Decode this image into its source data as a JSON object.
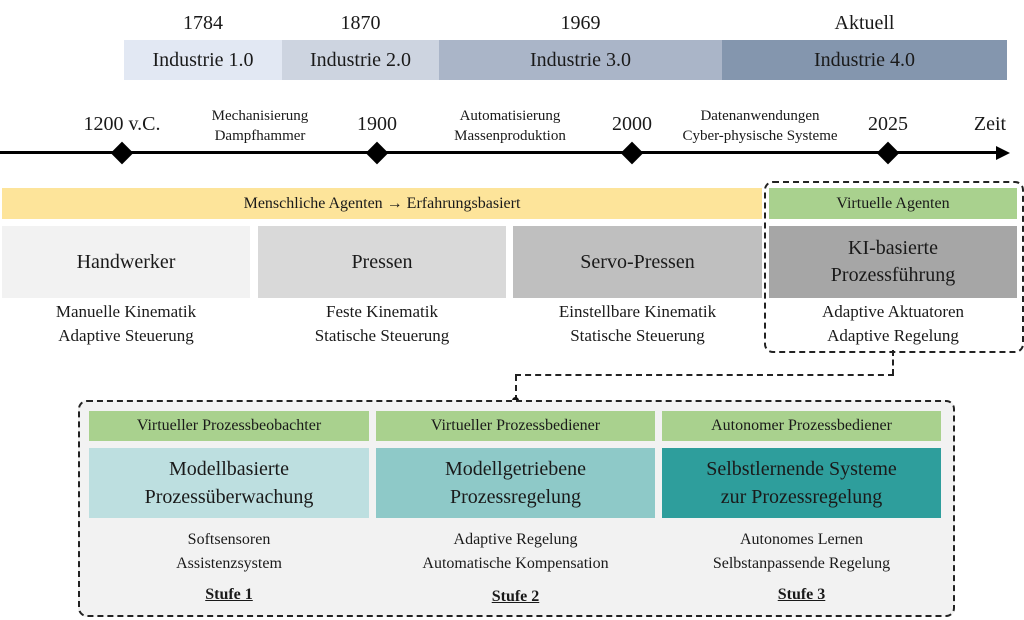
{
  "eras": [
    {
      "year": "1784",
      "label": "Industrie 1.0",
      "color": "#e2e8f3"
    },
    {
      "year": "1870",
      "label": "Industrie 2.0",
      "color": "#cdd4e0"
    },
    {
      "year": "1969",
      "label": "Industrie 3.0",
      "color": "#aab5c8"
    },
    {
      "year": "Aktuell",
      "label": "Industrie 4.0",
      "color": "#8496ae"
    }
  ],
  "timeline": {
    "ticks": [
      "1200 v.C.",
      "1900",
      "2000",
      "2025"
    ],
    "axis_label": "Zeit",
    "phases": [
      {
        "line1": "Mechanisierung",
        "line2": "Dampfhammer"
      },
      {
        "line1": "Automatisierung",
        "line2": "Massenproduktion"
      },
      {
        "line1": "Datenanwendungen",
        "line2": "Cyber-physische Systeme"
      }
    ]
  },
  "bands": {
    "human": {
      "label": "Menschliche Agenten → Erfahrungsbasiert",
      "color": "#fde49a"
    },
    "virtual": {
      "label": "Virtuelle Agenten",
      "color": "#a9d18e"
    }
  },
  "agents": [
    {
      "line1": "Handwerker",
      "line2": "",
      "color": "#f2f2f2",
      "desc1": "Manuelle Kinematik",
      "desc2": "Adaptive Steuerung"
    },
    {
      "line1": "Pressen",
      "line2": "",
      "color": "#d9d9d9",
      "desc1": "Feste Kinematik",
      "desc2": "Statische Steuerung"
    },
    {
      "line1": "Servo-Pressen",
      "line2": "",
      "color": "#bfbfbf",
      "desc1": "Einstellbare Kinematik",
      "desc2": "Statische Steuerung"
    },
    {
      "line1": "KI-basierte",
      "line2": "Prozessführung",
      "color": "#a6a6a6",
      "desc1": "Adaptive Aktuatoren",
      "desc2": "Adaptive Regelung"
    }
  ],
  "stages": [
    {
      "role": "Virtueller Prozessbeobachter",
      "line1": "Modellbasierte",
      "line2": "Prozessüberwachung",
      "color": "#bddfe0",
      "desc1": "Softsensoren",
      "desc2": "Assistenzsystem",
      "label": "Stufe 1"
    },
    {
      "role": "Virtueller Prozessbediener",
      "line1": "Modellgetriebene",
      "line2": "Prozessregelung",
      "color": "#8ec9c8",
      "desc1": "Adaptive Regelung",
      "desc2": "Automatische Kompensation",
      "label": "Stufe 2"
    },
    {
      "role": "Autonomer Prozessbediener",
      "line1": "Selbstlernende Systeme",
      "line2": "zur Prozessregelung",
      "color": "#2e9e9c",
      "desc1": "Autonomes Lernen",
      "desc2": "Selbstanpassende Regelung",
      "label": "Stufe 3"
    }
  ],
  "colors": {
    "stage_role": "#a9d18e",
    "stage_panel": "#f2f2f2"
  }
}
